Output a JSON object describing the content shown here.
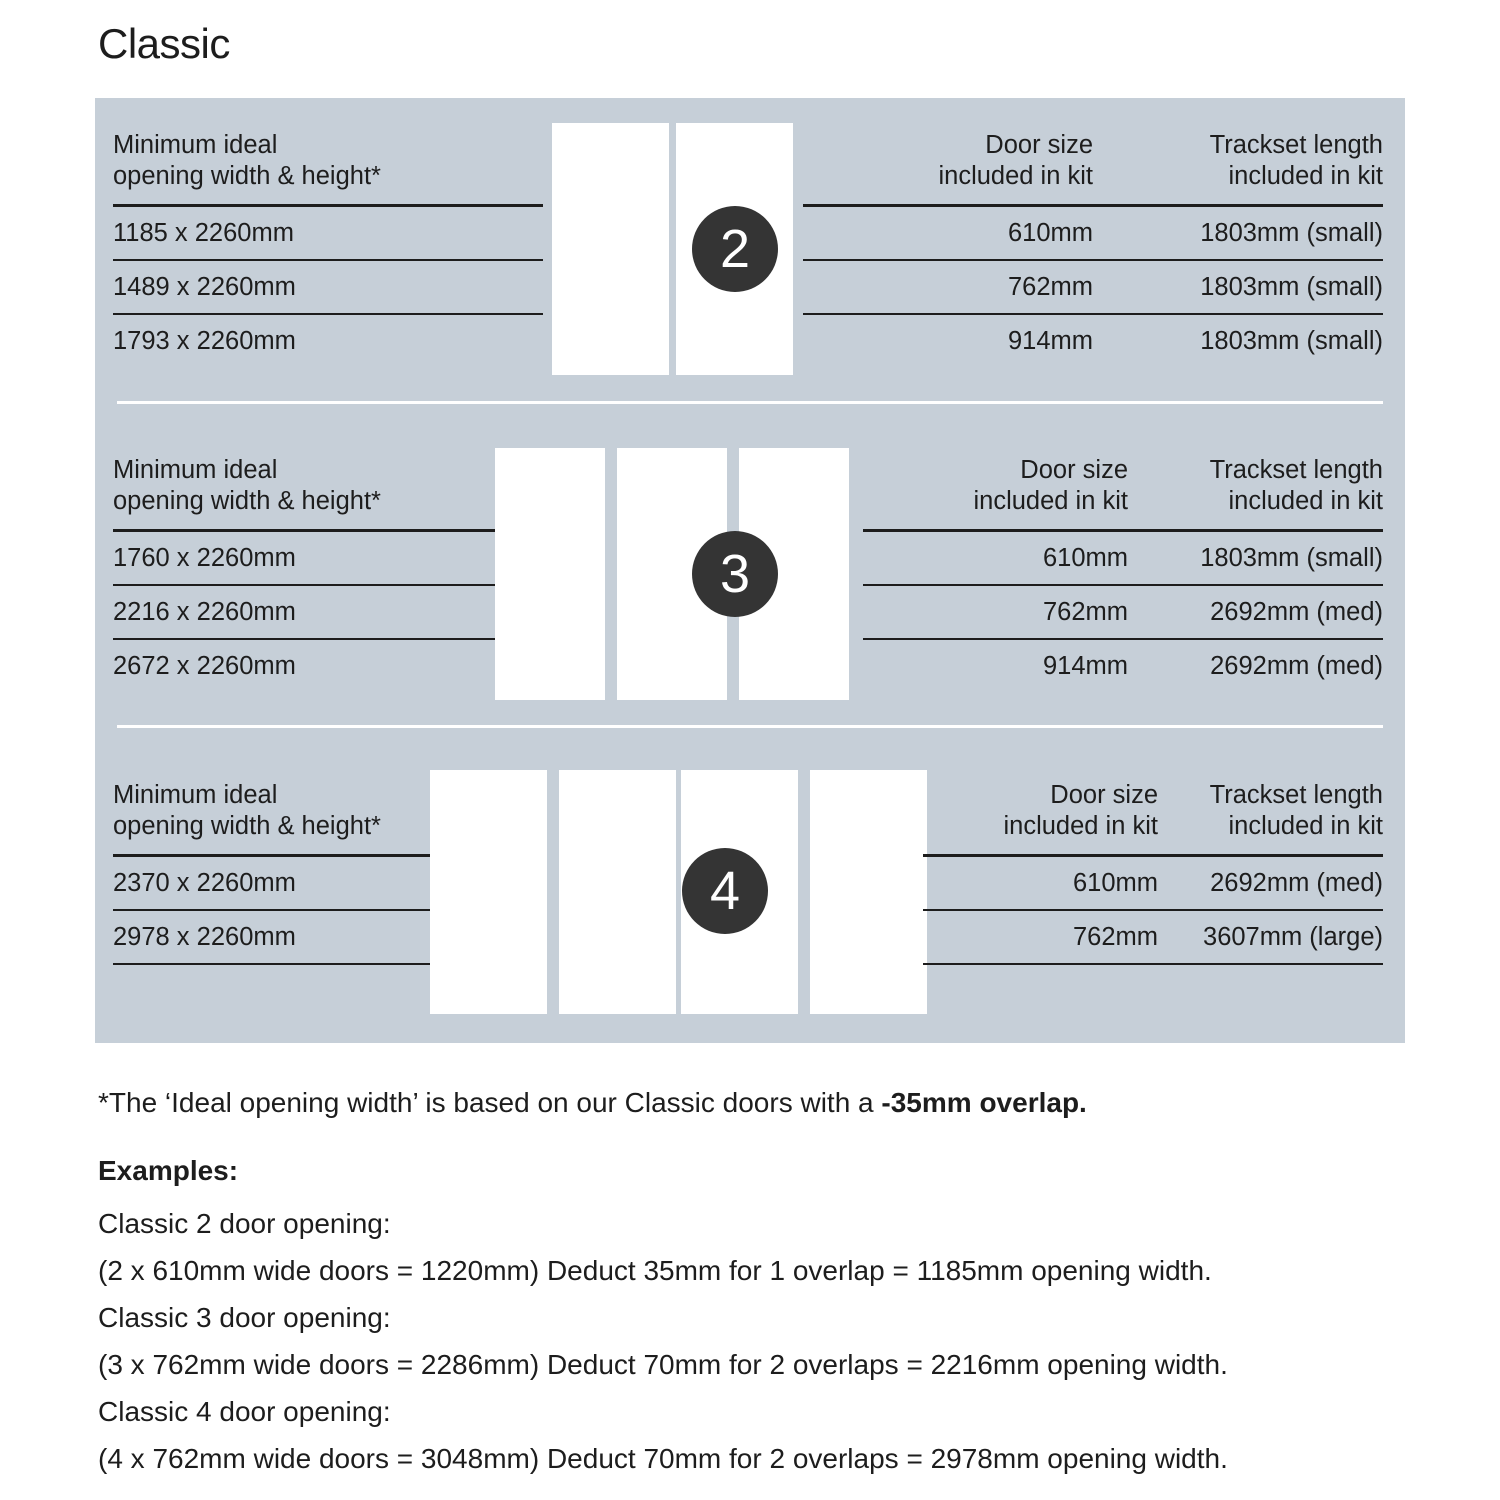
{
  "title": "Classic",
  "colors": {
    "panel_background": "#c6cfd8",
    "badge_background": "#343434",
    "door_fill": "#ffffff",
    "rule": "#1d1d1d",
    "text": "#1d1d1d",
    "page_background": "#ffffff"
  },
  "sections": [
    {
      "badge": "2",
      "door_count": 2,
      "left_header": "Minimum ideal\nopening width & height*",
      "col_headers": [
        "Door size\nincluded in kit",
        "Trackset length\nincluded in kit"
      ],
      "rows": [
        {
          "opening": "1185 x 2260mm",
          "door_size": "610mm",
          "trackset": "1803mm (small)"
        },
        {
          "opening": "1489 x 2260mm",
          "door_size": "762mm",
          "trackset": "1803mm (small)"
        },
        {
          "opening": "1793 x 2260mm",
          "door_size": "914mm",
          "trackset": "1803mm (small)"
        }
      ]
    },
    {
      "badge": "3",
      "door_count": 3,
      "left_header": "Minimum ideal\nopening width & height*",
      "col_headers": [
        "Door size\nincluded in kit",
        "Trackset length\nincluded in kit"
      ],
      "rows": [
        {
          "opening": "1760 x 2260mm",
          "door_size": "610mm",
          "trackset": "1803mm (small)"
        },
        {
          "opening": "2216 x 2260mm",
          "door_size": "762mm",
          "trackset": "2692mm (med)"
        },
        {
          "opening": "2672 x 2260mm",
          "door_size": "914mm",
          "trackset": "2692mm (med)"
        }
      ]
    },
    {
      "badge": "4",
      "door_count": 4,
      "left_header": "Minimum ideal\nopening width & height*",
      "col_headers": [
        "Door size\nincluded in kit",
        "Trackset length\nincluded in kit"
      ],
      "rows": [
        {
          "opening": "2370 x 2260mm",
          "door_size": "610mm",
          "trackset": "2692mm (med)"
        },
        {
          "opening": "2978 x 2260mm",
          "door_size": "762mm",
          "trackset": "3607mm (large)"
        }
      ]
    }
  ],
  "footnote": {
    "text": "*The ‘Ideal opening width’ is based on our Classic doors with a ",
    "bold": "-35mm overlap."
  },
  "examples": {
    "heading": "Examples:",
    "lines": [
      "Classic 2 door opening:",
      "(2 x 610mm wide doors = 1220mm)  Deduct 35mm for 1 overlap = 1185mm opening width.",
      "Classic 3 door opening:",
      "(3 x 762mm wide doors = 2286mm)  Deduct 70mm for 2 overlaps = 2216mm opening width.",
      "Classic 4 door opening:",
      "(4 x 762mm wide doors = 3048mm)  Deduct 70mm for 2 overlaps = 2978mm opening width."
    ]
  }
}
